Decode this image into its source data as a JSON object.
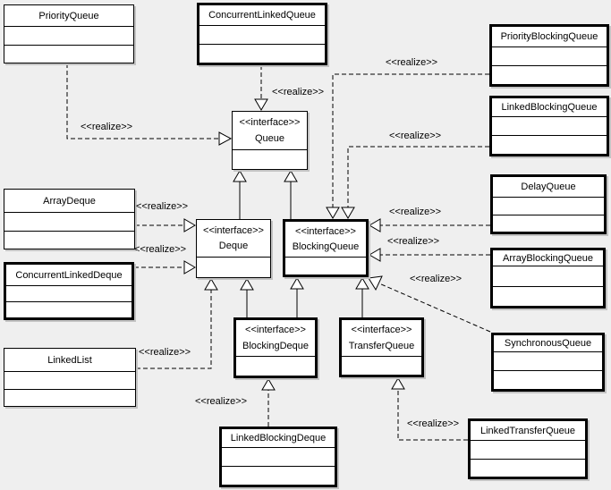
{
  "colors": {
    "background": "#efefef",
    "box_fill": "#ffffff",
    "line": "#000000",
    "shadow": "#c3c3c3"
  },
  "classes": {
    "priority_queue": {
      "name": "PriorityQueue"
    },
    "concurrent_linked_queue": {
      "name": "ConcurrentLinkedQueue"
    },
    "queue": {
      "stereotype": "<<interface>>",
      "name": "Queue"
    },
    "array_deque": {
      "name": "ArrayDeque"
    },
    "concurrent_linked_deque": {
      "name": "ConcurrentLinkedDeque"
    },
    "linked_list": {
      "name": "LinkedList"
    },
    "deque": {
      "stereotype": "<<interface>>",
      "name": "Deque"
    },
    "blocking_queue": {
      "stereotype": "<<interface>>",
      "name": "BlockingQueue"
    },
    "blocking_deque": {
      "stereotype": "<<interface>>",
      "name": "BlockingDeque"
    },
    "transfer_queue": {
      "stereotype": "<<interface>>",
      "name": "TransferQueue"
    },
    "linked_blocking_deque": {
      "name": "LinkedBlockingDeque"
    },
    "priority_blocking_queue": {
      "name": "PriorityBlockingQueue"
    },
    "linked_blocking_queue": {
      "name": "LinkedBlockingQueue"
    },
    "delay_queue": {
      "name": "DelayQueue"
    },
    "array_blocking_queue": {
      "name": "ArrayBlockingQueue"
    },
    "synchronous_queue": {
      "name": "SynchronousQueue"
    },
    "linked_transfer_queue": {
      "name": "LinkedTransferQueue"
    }
  },
  "relations": [
    {
      "from": "PriorityQueue",
      "to": "Queue",
      "type": "realize",
      "label": "<<realize>>"
    },
    {
      "from": "ConcurrentLinkedQueue",
      "to": "Queue",
      "type": "realize",
      "label": "<<realize>>"
    },
    {
      "from": "Deque",
      "to": "Queue",
      "type": "generalization"
    },
    {
      "from": "BlockingQueue",
      "to": "Queue",
      "type": "generalization"
    },
    {
      "from": "ArrayDeque",
      "to": "Deque",
      "type": "realize",
      "label": "<<realize>>"
    },
    {
      "from": "ConcurrentLinkedDeque",
      "to": "Deque",
      "type": "realize",
      "label": "<<realize>>"
    },
    {
      "from": "LinkedList",
      "to": "Deque",
      "type": "realize",
      "label": "<<realize>>"
    },
    {
      "from": "BlockingDeque",
      "to": "Deque",
      "type": "generalization"
    },
    {
      "from": "BlockingDeque",
      "to": "BlockingQueue",
      "type": "generalization"
    },
    {
      "from": "TransferQueue",
      "to": "BlockingQueue",
      "type": "generalization"
    },
    {
      "from": "PriorityBlockingQueue",
      "to": "BlockingQueue",
      "type": "realize",
      "label": "<<realize>>"
    },
    {
      "from": "LinkedBlockingQueue",
      "to": "BlockingQueue",
      "type": "realize",
      "label": "<<realize>>"
    },
    {
      "from": "DelayQueue",
      "to": "BlockingQueue",
      "type": "realize",
      "label": "<<realize>>"
    },
    {
      "from": "ArrayBlockingQueue",
      "to": "BlockingQueue",
      "type": "realize",
      "label": "<<realize>>"
    },
    {
      "from": "SynchronousQueue",
      "to": "BlockingQueue",
      "type": "realize",
      "label": "<<realize>>"
    },
    {
      "from": "LinkedBlockingDeque",
      "to": "BlockingDeque",
      "type": "realize",
      "label": "<<realize>>"
    },
    {
      "from": "LinkedTransferQueue",
      "to": "TransferQueue",
      "type": "realize",
      "label": "<<realize>>"
    }
  ]
}
